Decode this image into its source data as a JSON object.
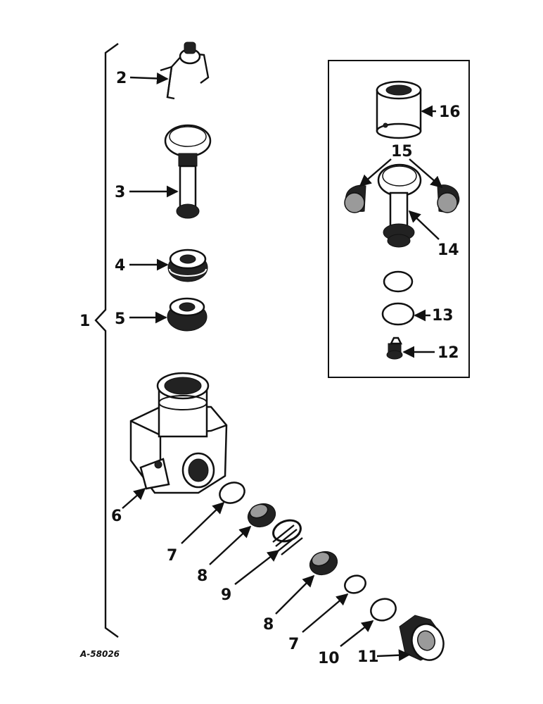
{
  "diagram": {
    "reference_code": "A-58026",
    "callouts": {
      "c1": "1",
      "c2": "2",
      "c3": "3",
      "c4": "4",
      "c5": "5",
      "c6": "6",
      "c7a": "7",
      "c8a": "8",
      "c9": "9",
      "c8b": "8",
      "c7b": "7",
      "c10": "10",
      "c11": "11",
      "c12": "12",
      "c13": "13",
      "c14": "14",
      "c15": "15",
      "c16": "16"
    }
  }
}
